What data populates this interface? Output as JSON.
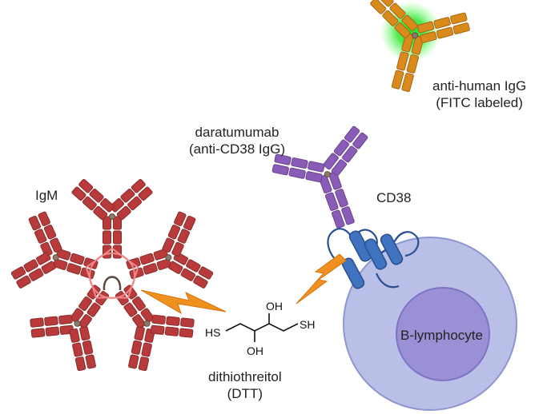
{
  "labels": {
    "igm": "IgM",
    "daratumumab_line1": "daratumumab",
    "daratumumab_line2": "(anti-CD38 IgG)",
    "anti_human_line1": "anti-human IgG",
    "anti_human_line2": "(FITC labeled)",
    "cd38": "CD38",
    "b_lymphocyte": "B-lymphocyte",
    "dtt_line1": "dithiothreitol",
    "dtt_line2": "(DTT)"
  },
  "molecule": {
    "oh_top": "OH",
    "oh_bottom": "OH",
    "sh_left": "HS",
    "sh_right": "SH"
  },
  "colors": {
    "igm": "#b83a3a",
    "igm_ring": "#f08a8a",
    "daratumumab": "#8a5cb8",
    "anti_human": "#d98a1a",
    "fitc_glow": "#22dd22",
    "cd38": "#3f73c0",
    "cell_outer": "#b9bfe6",
    "cell_inner": "#9a90d6",
    "lightning": "#f0901e"
  }
}
